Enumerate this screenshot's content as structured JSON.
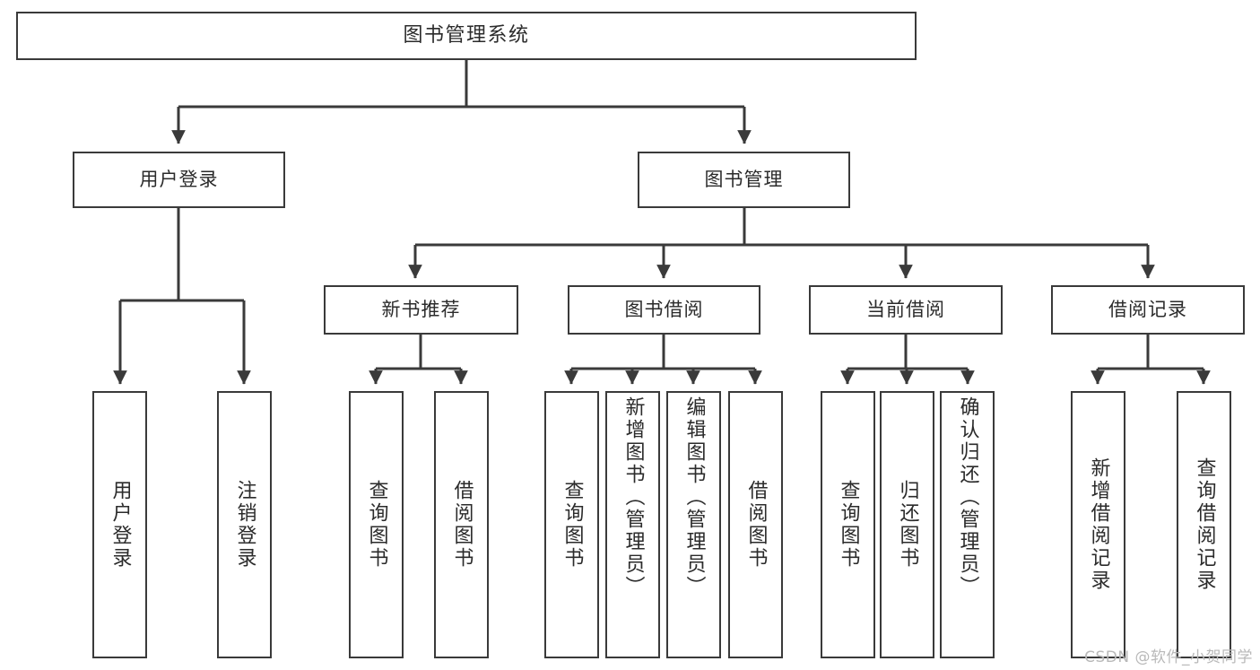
{
  "diagram": {
    "title": "图书管理系统",
    "type": "functional-structure-tree",
    "orientation": "top-down",
    "line_color": "#3a3a3a",
    "box_fill": "#ffffff",
    "text_color": "#2b2b2b"
  },
  "root": {
    "label": "图书管理系统"
  },
  "level2": [
    {
      "id": "user-login",
      "label": "用户登录"
    },
    {
      "id": "book-manage",
      "label": "图书管理"
    }
  ],
  "level3": [
    {
      "id": "new-book-rec",
      "label": "新书推荐"
    },
    {
      "id": "book-borrow",
      "label": "图书借阅"
    },
    {
      "id": "current-borrow",
      "label": "当前借阅"
    },
    {
      "id": "borrow-record",
      "label": "借阅记录"
    }
  ],
  "leaves": {
    "user_login": [
      {
        "id": "leaf-user-login",
        "label": "用户登录"
      },
      {
        "id": "leaf-user-logout",
        "label": "注销登录"
      }
    ],
    "new_book_rec": [
      {
        "id": "leaf-query-book-1",
        "label": "查询图书"
      },
      {
        "id": "leaf-borrow-book-1",
        "label": "借阅图书"
      }
    ],
    "book_borrow": [
      {
        "id": "leaf-query-book-2",
        "label": "查询图书"
      },
      {
        "id": "leaf-add-book",
        "label": "新增图书（管理员）"
      },
      {
        "id": "leaf-edit-book",
        "label": "编辑图书（管理员）"
      },
      {
        "id": "leaf-borrow-book-2",
        "label": "借阅图书"
      }
    ],
    "current_borrow": [
      {
        "id": "leaf-query-book-3",
        "label": "查询图书"
      },
      {
        "id": "leaf-return-book",
        "label": "归还图书"
      },
      {
        "id": "leaf-confirm-return",
        "label": "确认归还（管理员）"
      }
    ],
    "borrow_record": [
      {
        "id": "leaf-add-record",
        "label": "新增借阅记录"
      },
      {
        "id": "leaf-query-record",
        "label": "查询借阅记录"
      }
    ]
  },
  "watermark": {
    "text": "CSDN @软件_小贺同学"
  }
}
